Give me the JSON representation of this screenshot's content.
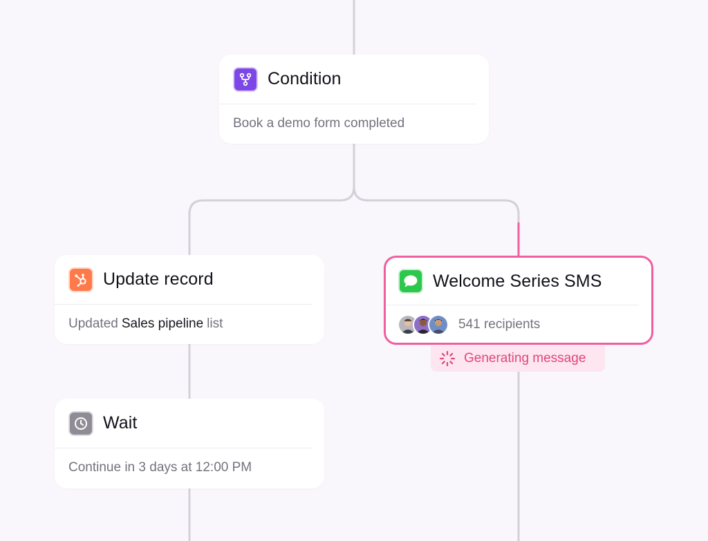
{
  "colors": {
    "background": "#f9f7fb",
    "connector": "#d3d0d8",
    "active_connector": "#ee5fa0",
    "condition_icon": "#7c47e6",
    "hubspot_icon": "#ff7a4a",
    "sms_icon": "#2cc84d",
    "wait_icon": "#8f8c96",
    "status_text": "#e0457d",
    "status_bg": "#fde6ef"
  },
  "nodes": {
    "condition": {
      "icon": "branch-icon",
      "title": "Condition",
      "description": "Book a demo form completed"
    },
    "update_record": {
      "icon": "hubspot-icon",
      "title": "Update record",
      "description_prefix": "Updated",
      "description_highlight": "Sales pipeline",
      "description_suffix": "list"
    },
    "welcome_sms": {
      "icon": "message-icon",
      "title": "Welcome Series SMS",
      "recipients": "541 recipients",
      "status": "Generating message",
      "status_icon": "spinner-icon"
    },
    "wait": {
      "icon": "clock-icon",
      "title": "Wait",
      "description": "Continue in 3 days at 12:00 PM"
    }
  }
}
